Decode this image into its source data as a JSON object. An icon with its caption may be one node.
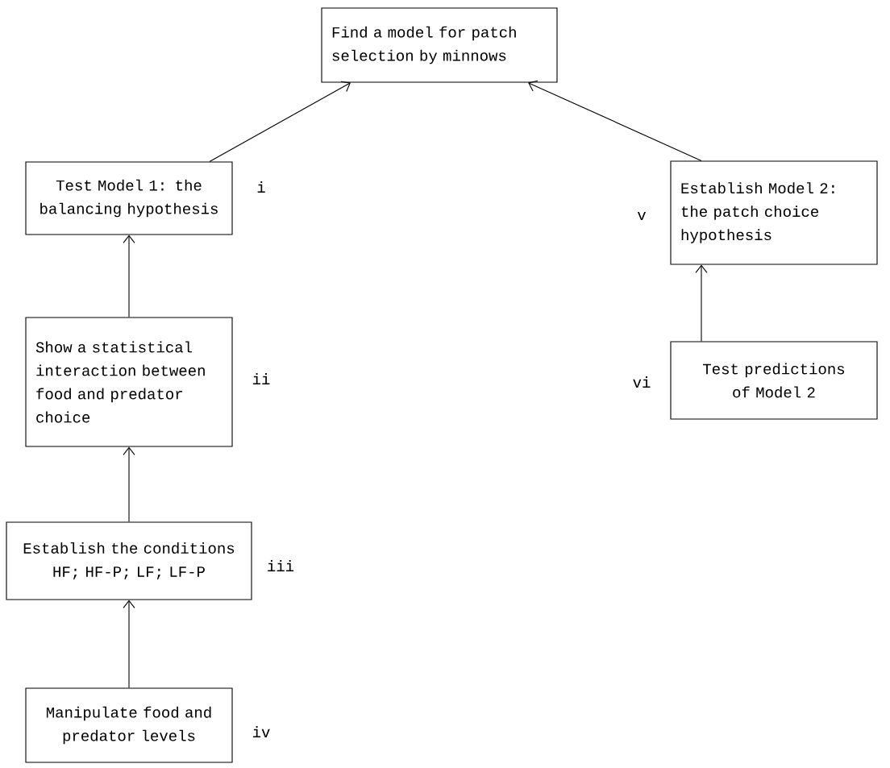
{
  "diagram": {
    "nodes": [
      {
        "text": [
          "Find a model for patch selection by minnows"
        ]
      },
      {
        "text": [
          "Test Model 1: the balancing hypothesis"
        ],
        "beside": [
          "i"
        ]
      },
      {
        "text": [
          "Show a statistical interaction between food and predator choice"
        ],
        "beside": [
          "ii"
        ]
      },
      {
        "text": [
          "Establish the conditions HF; HF-P; LF; LF-P"
        ],
        "beside": [
          "iii"
        ]
      },
      {
        "text": [
          "Manipulate food and predator levels"
        ],
        "beside": [
          "iv"
        ]
      },
      {
        "text": [
          "Establish Model 2: the patch choice hypothesis"
        ],
        "beside": [
          "v"
        ]
      },
      {
        "text": [
          "Test predictions of Model 2"
        ],
        "beside": [
          "vi"
        ]
      }
    ],
    "edges": [
      {
        "from": 1,
        "to": 0,
        "arrow": "to"
      },
      {
        "from": 5,
        "to": 0,
        "arrow": "to"
      },
      {
        "from": 2,
        "to": 1,
        "arrow": "to"
      },
      {
        "from": 3,
        "to": 2,
        "arrow": "to"
      },
      {
        "from": 4,
        "to": 3,
        "arrow": "to"
      },
      {
        "from": 6,
        "to": 5,
        "arrow": "to"
      }
    ]
  }
}
